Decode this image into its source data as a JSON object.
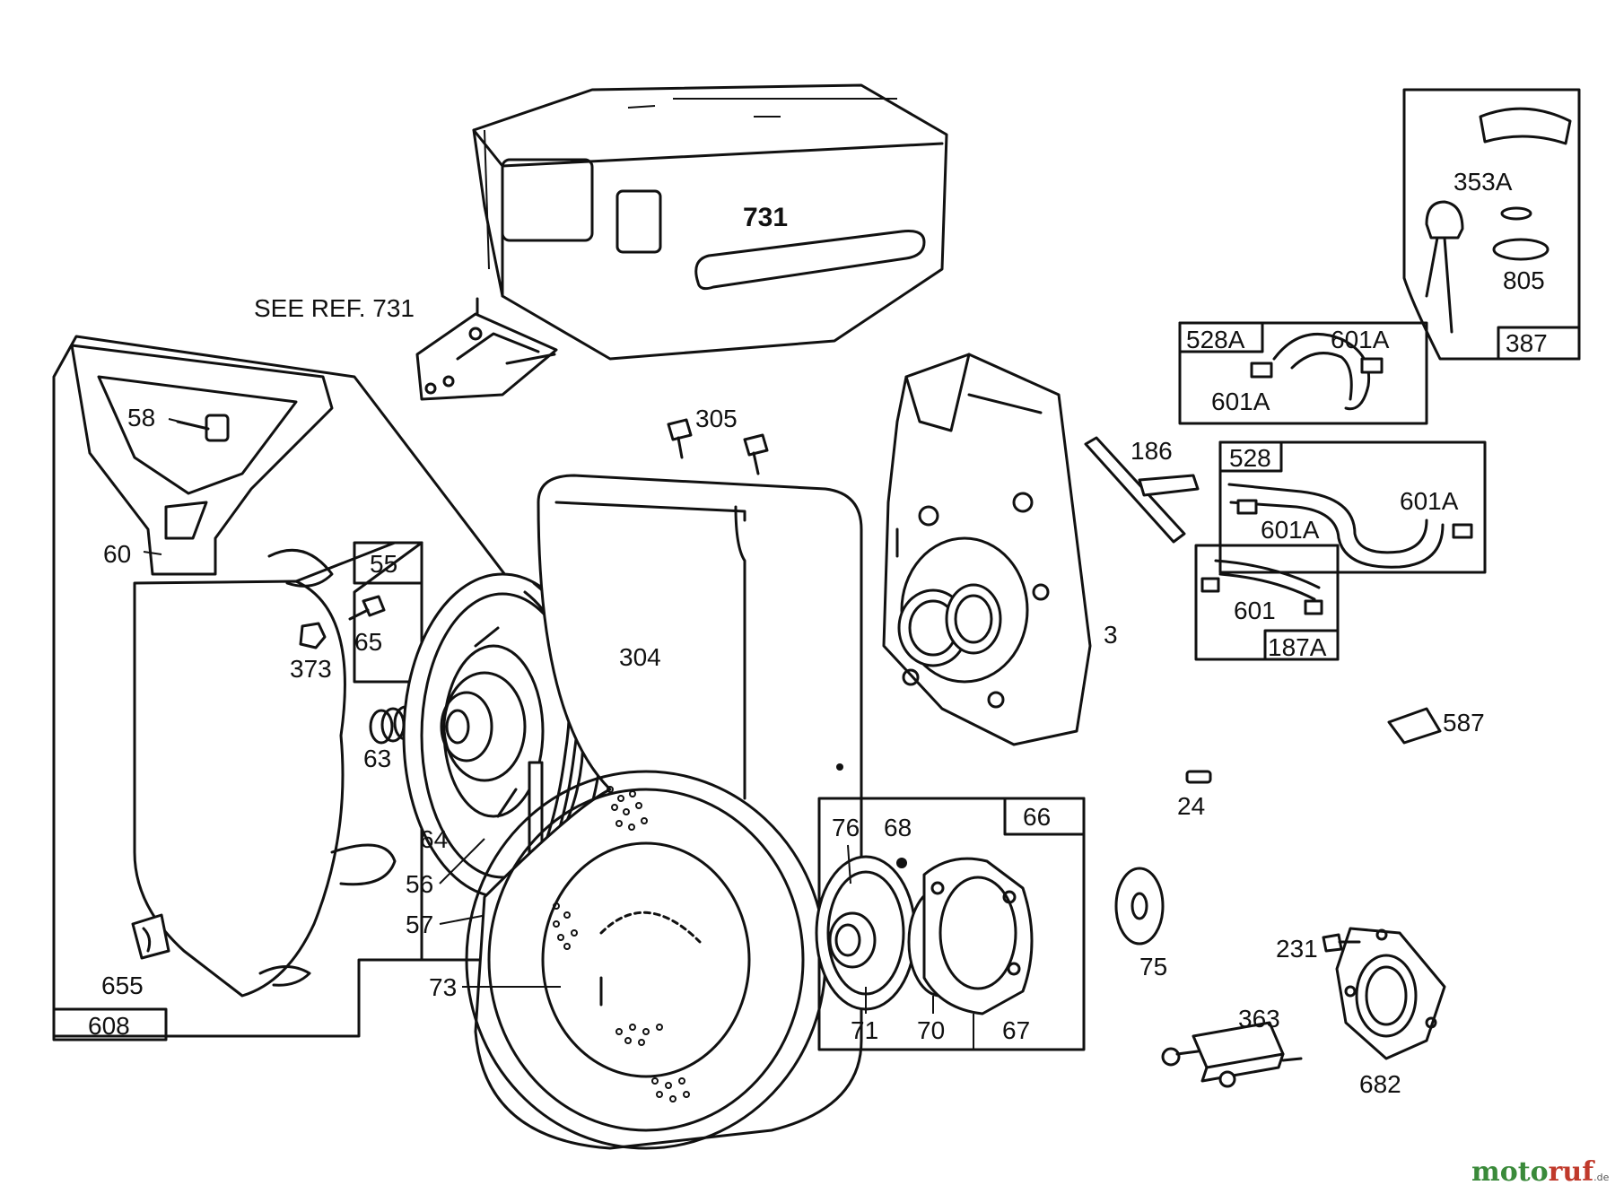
{
  "diagram": {
    "parts": {
      "p731": "731",
      "see_ref": "SEE REF. 731",
      "p58": "58",
      "p60": "60",
      "p55": "55",
      "p65": "65",
      "p373": "373",
      "p63": "63",
      "p64": "64",
      "p56": "56",
      "p57": "57",
      "p655": "655",
      "p608": "608",
      "p73": "73",
      "p304": "304",
      "p305": "305",
      "p3": "3",
      "p186": "186",
      "p353A": "353A",
      "p805": "805",
      "p387": "387",
      "p528A": "528A",
      "p601A_1": "601A",
      "p601A_2": "601A",
      "p528": "528",
      "p601A_3": "601A",
      "p601A_4": "601A",
      "p601": "601",
      "p187A": "187A",
      "p587": "587",
      "p24": "24",
      "p66": "66",
      "p76": "76",
      "p68": "68",
      "p71": "71",
      "p70": "70",
      "p67": "67",
      "p75": "75",
      "p231": "231",
      "p363": "363",
      "p682": "682"
    },
    "watermark": {
      "part1": "moto",
      "part2": "ruf",
      "suffix": ".de"
    }
  }
}
